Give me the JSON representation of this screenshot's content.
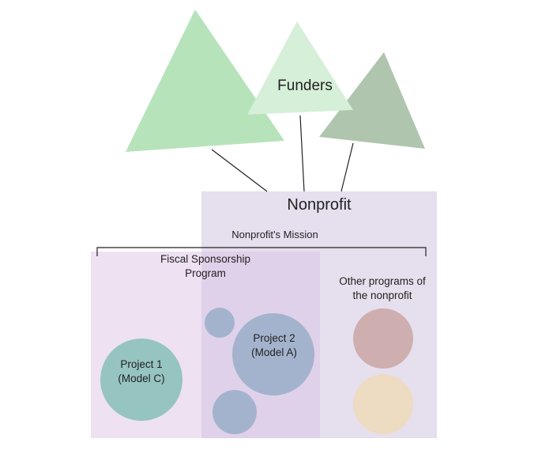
{
  "funders": {
    "label": "Funders"
  },
  "nonprofit": {
    "title": "Nonprofit",
    "mission_label": "Nonprofit's Mission"
  },
  "fiscal_sponsorship": {
    "label": "Fiscal Sponsorship\nProgram"
  },
  "other_programs": {
    "label": "Other programs of\nthe nonprofit"
  },
  "projects": {
    "project1": "Project 1\n(Model C)",
    "project2": "Project 2\n(Model A)"
  },
  "colors": {
    "triangle_left": "#b7e3bb",
    "triangle_middle": "#d6efd8",
    "triangle_right": "#afc5ad",
    "nonprofit_box": "#e6dfee",
    "fiscal_box": "#ede1f2",
    "overlap_box": "#e0d1ea",
    "project1_circle": "#96c4c0",
    "project2_circle": "#a4b3cd",
    "small_circles": "#a4b3cd",
    "other_circle_1": "#cfaeaf",
    "other_circle_2": "#eddbc2",
    "lines": "#222222"
  }
}
